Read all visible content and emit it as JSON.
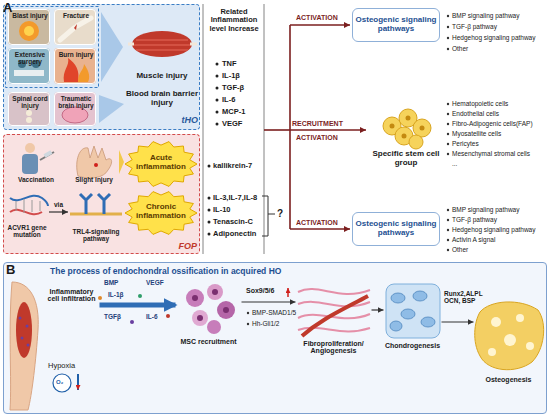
{
  "diagram": {
    "nodes": [
      {
        "text": [
          "tHO"
        ]
      },
      {
        "text": [
          "Blast injury"
        ],
        "in": 0
      },
      {
        "text": [
          "Fracture"
        ],
        "in": 0
      },
      {
        "text": [
          "Extensive surgery"
        ],
        "in": 0
      },
      {
        "text": [
          "Burn injury"
        ],
        "in": 0
      },
      {
        "text": [
          "Spinal cord injury"
        ],
        "in": 0
      },
      {
        "text": [
          "Traumatic brain injury"
        ],
        "in": 0
      },
      {
        "text": [
          "Muscle injury"
        ],
        "in": 0
      },
      {
        "text": [
          "Blood brain barrier injury"
        ],
        "in": 0
      },
      {
        "text": [
          "FOP"
        ]
      },
      {
        "text": [
          "Vaccination"
        ],
        "in": 9
      },
      {
        "text": [
          "Slight injury"
        ],
        "in": 9
      },
      {
        "text": [
          "ACVR1 gene mutation"
        ],
        "in": 9
      },
      {
        "text": [
          "TRL4-signaling pathway"
        ],
        "in": 9
      },
      {
        "text": [
          "Acute inflammation"
        ],
        "in": 9
      },
      {
        "text": [
          "Chronic inflammation"
        ],
        "in": 9
      },
      {
        "text": [
          "Osteogenic signaling pathways"
        ]
      },
      {
        "text": [
          "Specific stem cell group"
        ]
      },
      {
        "text": [
          "Osteogenic signaling pathways"
        ]
      },
      {
        "text": [
          "The process of endochondral ossification in acquired HO"
        ]
      },
      {
        "text": [
          "Inflammatory cell infiltration"
        ],
        "in": 19
      },
      {
        "text": [
          "MSC recruitment"
        ],
        "in": 19
      },
      {
        "text": [
          "Fibroproliferation/ Angiogenesis"
        ],
        "in": 19
      },
      {
        "text": [
          "Chondrogenesis"
        ],
        "in": 19
      },
      {
        "text": [
          "Osteogenesis"
        ],
        "in": 19
      }
    ],
    "edges": [
      {
        "from": 12,
        "to": 13,
        "arrow": "to",
        "label": "via"
      },
      {
        "from": 20,
        "to": 21,
        "arrow": "to"
      },
      {
        "from": 21,
        "to": 22,
        "arrow": "to"
      },
      {
        "from": 22,
        "to": 23,
        "arrow": "to"
      },
      {
        "from": 23,
        "to": 24,
        "arrow": "to"
      }
    ],
    "labels": [
      "A",
      "Related Inflammation level Increase",
      "TNF",
      "IL-1β",
      "TGF-β",
      "IL-6",
      "MCP-1",
      "VEGF",
      "kallikrein-7",
      "IL-3,IL-7,IL-8",
      "IL-10",
      "Tenascin-C",
      "Adiponectin",
      "?",
      "ACTIVATION",
      "RECRUITMENT",
      "ACTIVATION",
      "ACTIVATION",
      "BMP signaling pathway",
      "TGF-β pathway",
      "Hedgehog signaling pathway",
      "Other",
      "Hematopoietic cells",
      "Endothelial cells",
      "Fibro-Adipogenic cells(FAP)",
      "Myosatellite cells",
      "Pericytes",
      "Mesenchymal stromal cells",
      "...",
      "BMP signaling pathway",
      "TGF-β pathway",
      "Hedgehog signaling pathway",
      "Activin A signal",
      "Other",
      "B",
      "Hypoxia",
      "O₂",
      "BMP",
      "VEGF",
      "IL-1β",
      "TGFβ",
      "IL-6",
      "Sox9/5/6",
      "BMP-SMAD1/5",
      "Hh-Gli1/2",
      "Runx2,ALPL OCN, BSP"
    ]
  }
}
